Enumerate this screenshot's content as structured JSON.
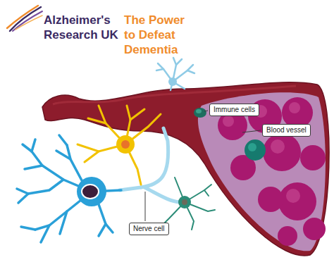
{
  "diagram": {
    "nodes": [
      {
        "text": [
          "Immune cells"
        ]
      },
      {
        "text": [
          "Blood vessel"
        ]
      },
      {
        "text": [
          "Nerve cell"
        ]
      }
    ],
    "labels": [
      "Alzheimer's Research UK",
      "The Power to Defeat Dementia"
    ]
  }
}
